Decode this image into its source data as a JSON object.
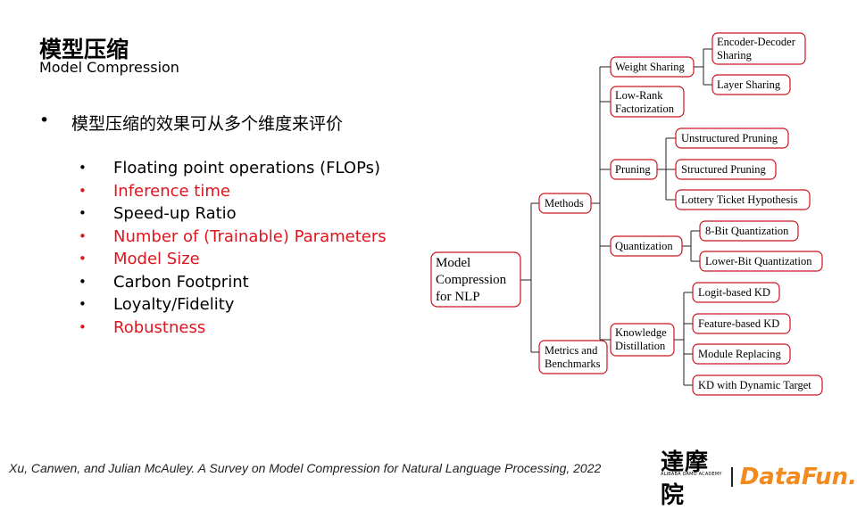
{
  "title": "模型压缩",
  "subtitle": "Model Compression",
  "main_bullet": "模型压缩的效果可从多个维度来评价",
  "metrics": [
    {
      "text": "Floating point operations (FLOPs)",
      "highlight": false
    },
    {
      "text": "Inference time",
      "highlight": true
    },
    {
      "text": "Speed-up Ratio",
      "highlight": false
    },
    {
      "text": "Number of (Trainable) Parameters",
      "highlight": true
    },
    {
      "text": "Model Size",
      "highlight": true
    },
    {
      "text": "Carbon Footprint",
      "highlight": false
    },
    {
      "text": "Loyalty/Fidelity",
      "highlight": false
    },
    {
      "text": "Robustness",
      "highlight": true
    }
  ],
  "bullet_symbol": "•",
  "colors": {
    "highlight": "#e0141e",
    "node_border": "#c8141e",
    "brand_orange": "#f28a1d"
  },
  "diagram": {
    "root": [
      "Model",
      "Compression",
      "for NLP"
    ],
    "methods": "Methods",
    "metrics_benchmarks": [
      "Metrics and",
      "Benchmarks"
    ],
    "weight_sharing": "Weight Sharing",
    "encoder_decoder": [
      "Encoder-Decoder",
      "Sharing"
    ],
    "layer_sharing": "Layer Sharing",
    "low_rank": [
      "Low-Rank",
      "Factorization"
    ],
    "pruning": "Pruning",
    "unstructured": "Unstructured Pruning",
    "structured": "Structured Pruning",
    "lottery": "Lottery Ticket Hypothesis",
    "quantization": "Quantization",
    "bit8": "8-Bit Quantization",
    "lower_bit": "Lower-Bit Quantization",
    "kd": [
      "Knowledge",
      "Distillation"
    ],
    "logit_kd": "Logit-based KD",
    "feature_kd": "Feature-based KD",
    "module_replacing": "Module Replacing",
    "kd_dynamic": "KD with Dynamic Target"
  },
  "citation": "Xu, Canwen, and Julian McAuley. A Survey on Model Compression for Natural Language Processing, 2022",
  "logos": {
    "alibaba": "達摩院",
    "alibaba_sub": "ALIBABA DAMO ACADEMY",
    "datafun": "DataFun."
  }
}
